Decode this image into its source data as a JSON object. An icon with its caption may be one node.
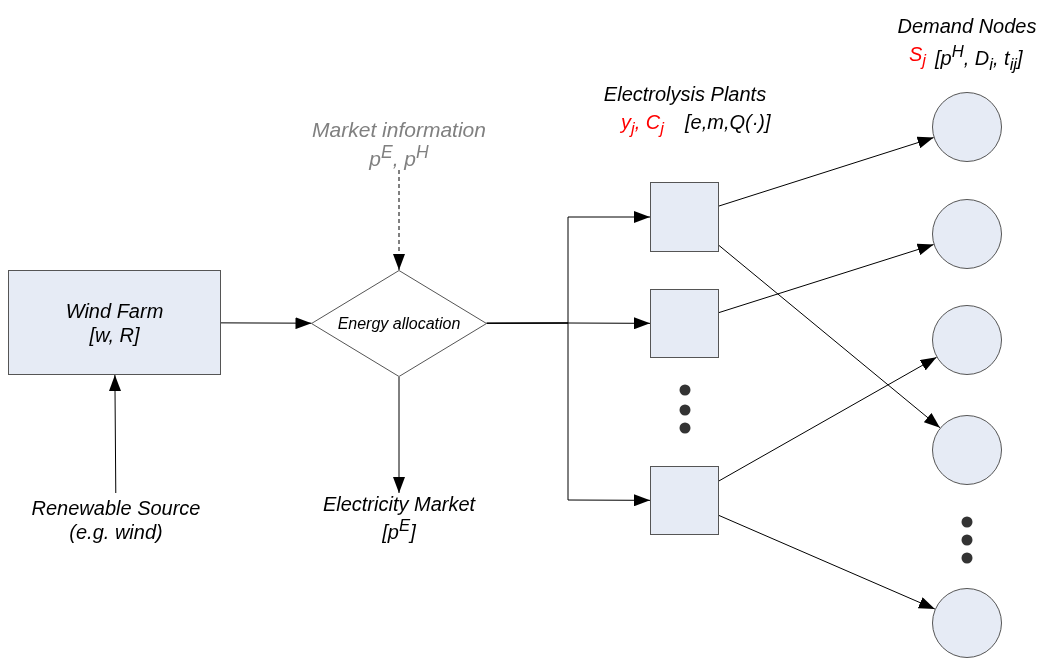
{
  "diagram": {
    "nodes": [
      {
        "text": [
          "Wind Farm",
          "[w, R]"
        ]
      },
      {
        "text": [
          "Renewable Source (e.g. wind)"
        ]
      },
      {
        "text": [
          "Market information",
          "p$^{E}$, p$^{H}$"
        ]
      },
      {
        "text": [
          "Energy allocation"
        ]
      },
      {
        "text": [
          "Electricity Market",
          "[p$^{E}$]"
        ]
      },
      {
        "text": [],
        "shape": "box"
      },
      {
        "text": [],
        "shape": "box"
      },
      {
        "text": [],
        "shape": "box"
      },
      {
        "text": [],
        "shape": "circle"
      },
      {
        "text": [],
        "shape": "circle"
      },
      {
        "text": [],
        "shape": "circle"
      },
      {
        "text": [],
        "shape": "circle"
      },
      {
        "text": [],
        "shape": "circle"
      }
    ],
    "edges": [
      {
        "from": 1,
        "to": 0,
        "arrow": "to"
      },
      {
        "from": 2,
        "to": 3,
        "arrow": "to",
        "style": "dashed"
      },
      {
        "from": 0,
        "to": 3,
        "arrow": "to"
      },
      {
        "from": 3,
        "to": 4,
        "arrow": "to"
      },
      {
        "from": 3,
        "to": 5,
        "arrow": "to"
      },
      {
        "from": 3,
        "to": 6,
        "arrow": "to"
      },
      {
        "from": 3,
        "to": 7,
        "arrow": "to"
      },
      {
        "from": 5,
        "to": 8,
        "arrow": "to"
      },
      {
        "from": 5,
        "to": 11,
        "arrow": "to"
      },
      {
        "from": 6,
        "to": 9,
        "arrow": "to"
      },
      {
        "from": 7,
        "to": 10,
        "arrow": "to"
      },
      {
        "from": 7,
        "to": 12,
        "arrow": "to"
      }
    ],
    "labels": [
      "Demand Nodes",
      "S$_{j}$",
      "[p$^{H}$, D$_{i}$, t$_{ij}$]",
      "Electrolysis Plants",
      "y$_{j}$, C$_{j}$",
      "[e,m,Q(·)]"
    ]
  }
}
